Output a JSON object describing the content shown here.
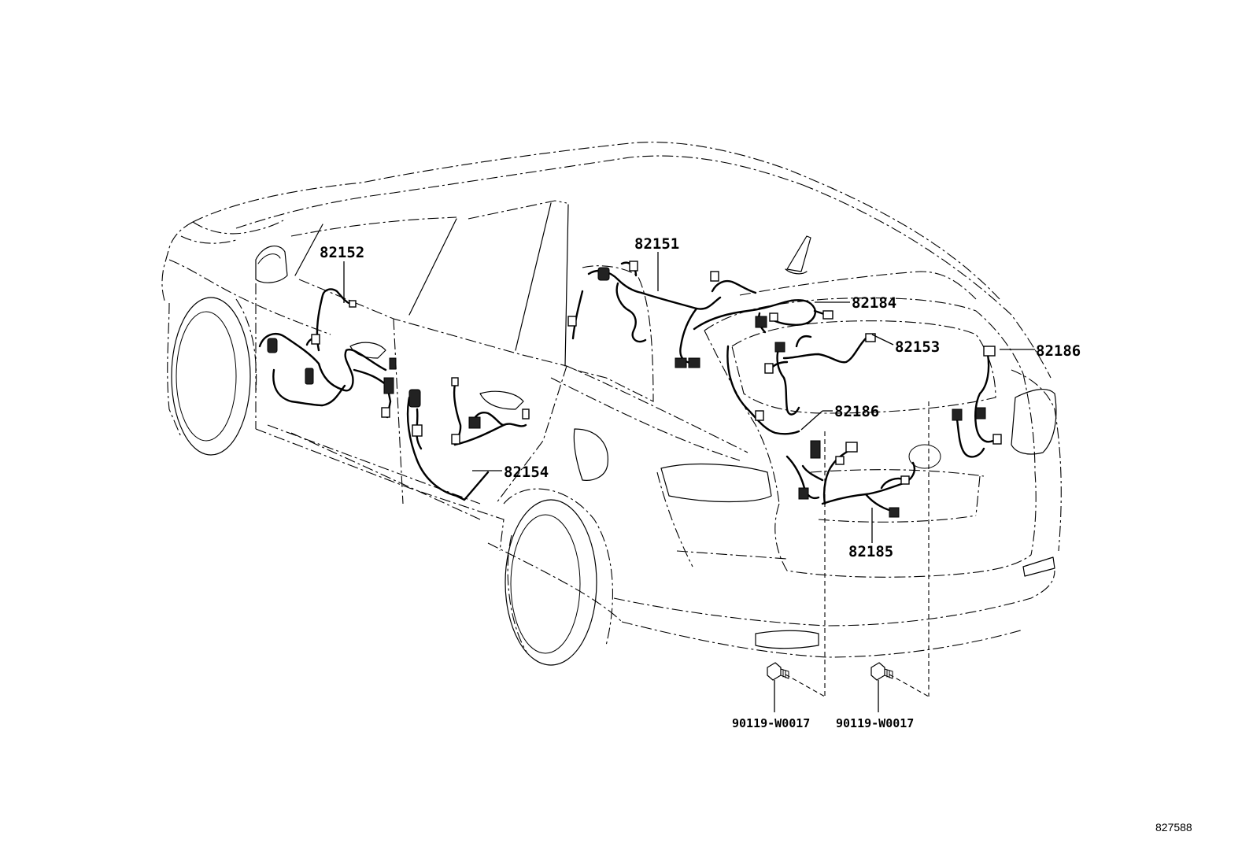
{
  "callouts": {
    "c82151": "82151",
    "c82152": "82152",
    "c82184": "82184",
    "c82153": "82153",
    "c82186_right": "82186",
    "c82186_mid": "82186",
    "c82154": "82154",
    "c82185": "82185"
  },
  "fasteners": {
    "left": "90119-W0017",
    "right": "90119-W0017"
  },
  "reference": "827588"
}
